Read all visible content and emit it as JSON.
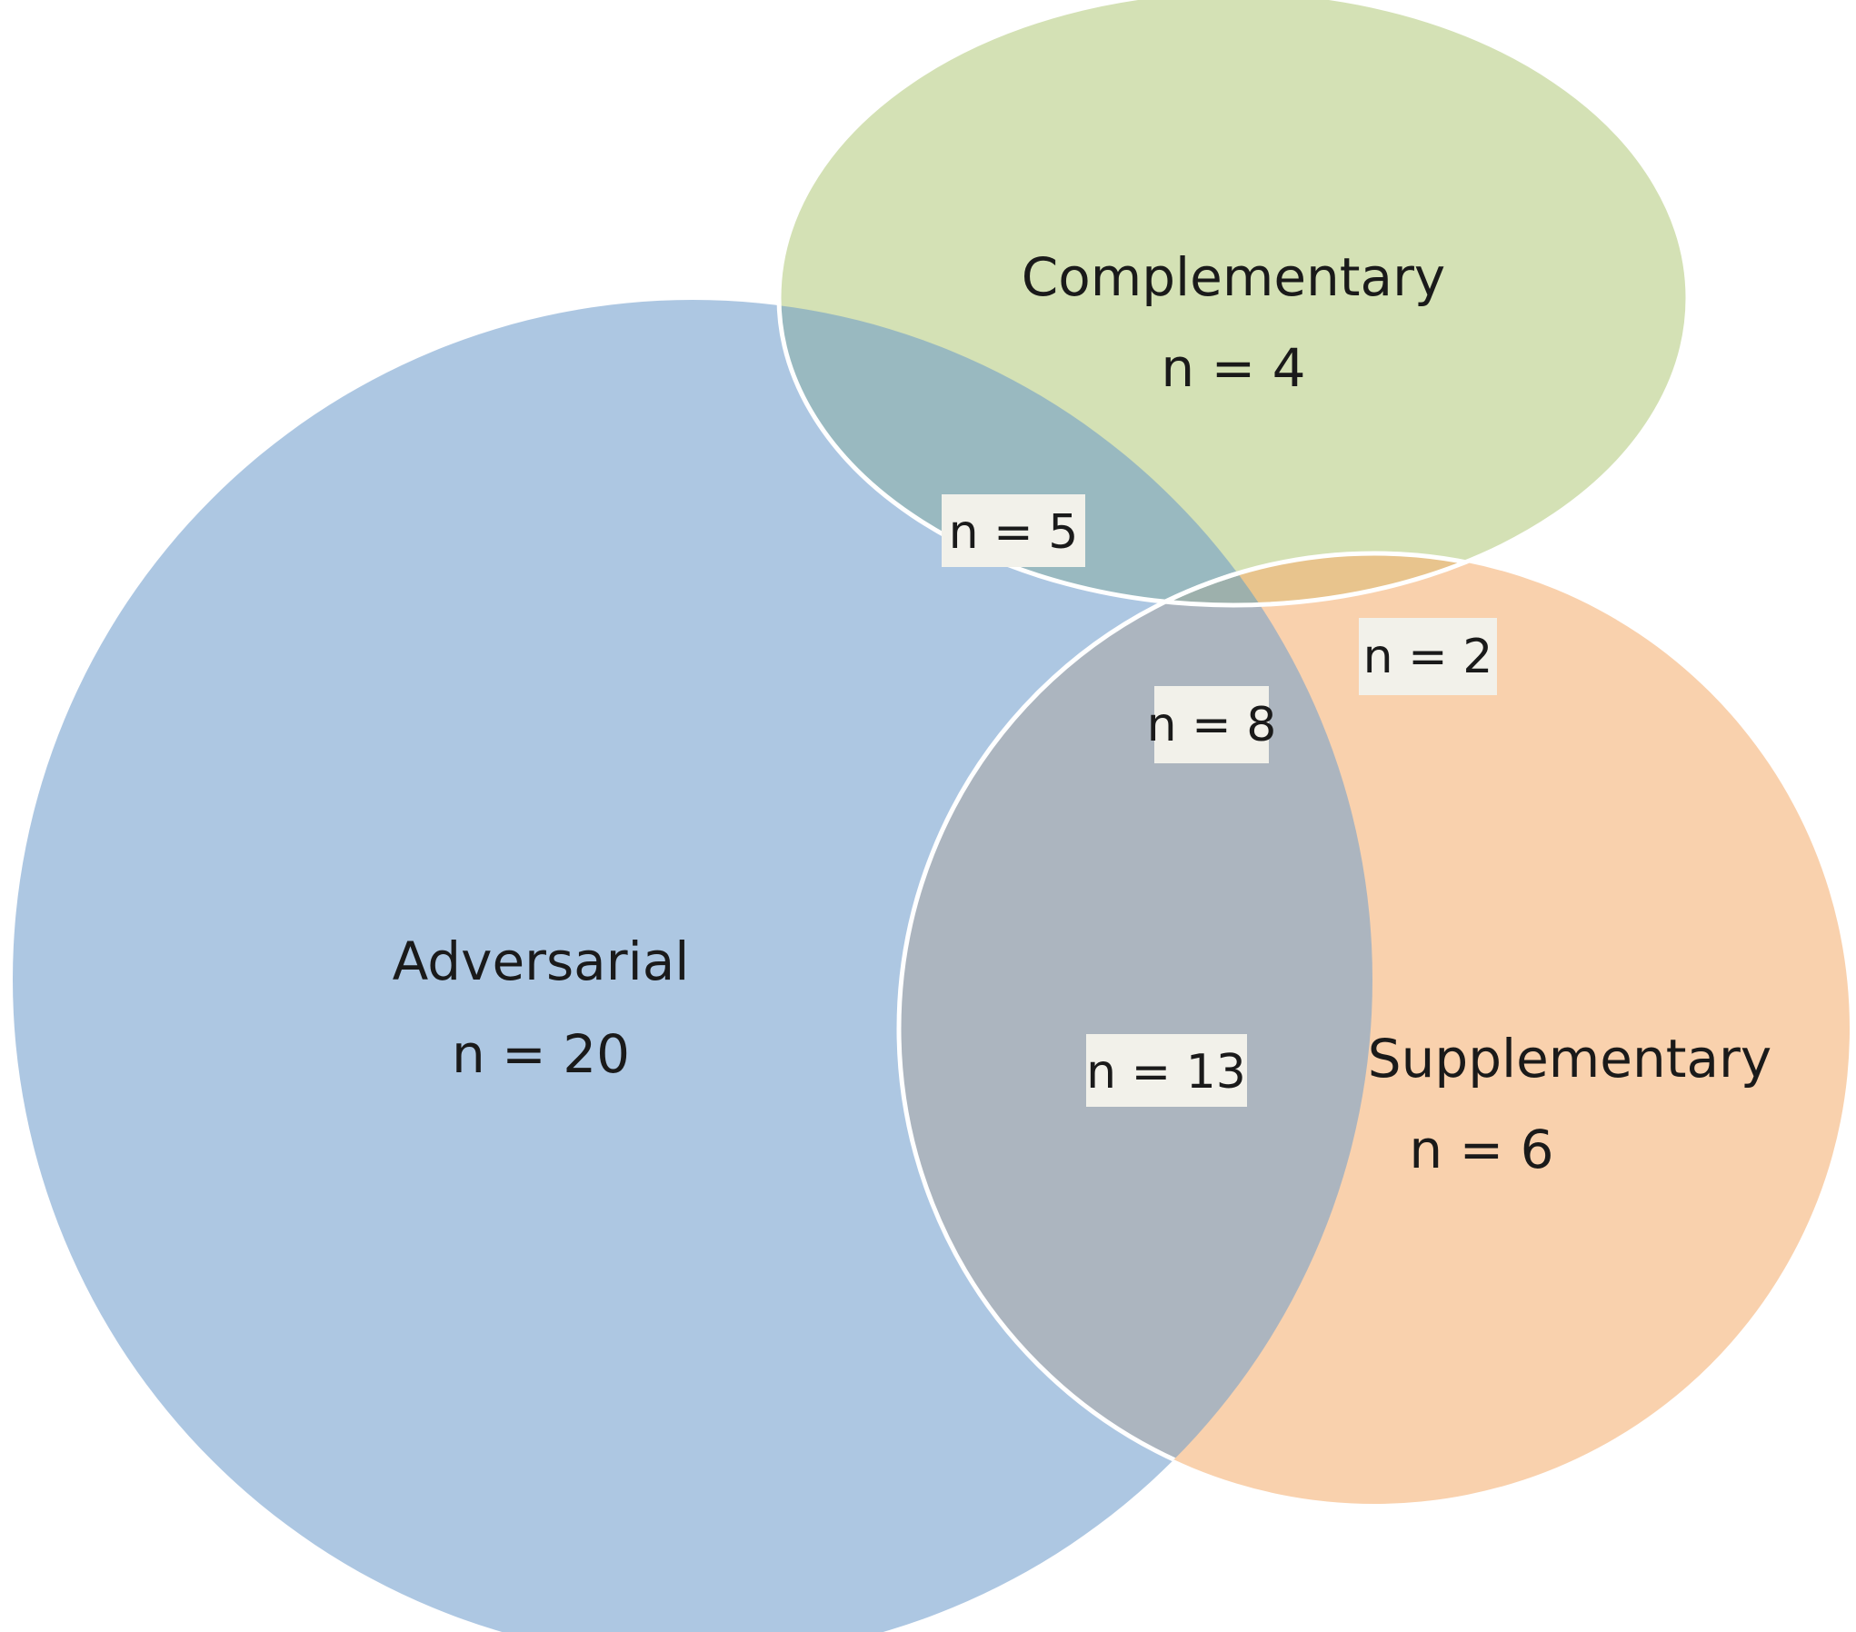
{
  "sets": {
    "adversarial": {
      "label": "Adversarial",
      "count": "n = 20",
      "color": "#adc7e2"
    },
    "complementary": {
      "label": "Complementary",
      "count": "n = 4",
      "color": "#d4e1b5"
    },
    "supplementary": {
      "label": "Supplementary",
      "count": "n = 6",
      "color": "#f9d1ad"
    }
  },
  "regions": {
    "adversarial_complementary": {
      "count": "n = 5",
      "color": "#99b9c0"
    },
    "complementary_supplementary": {
      "count": "n = 2",
      "color": "#e8c48d"
    },
    "all_three": {
      "count": "n = 8",
      "color": "#9db0ac"
    },
    "adversarial_supplementary": {
      "count": "n = 13",
      "color": "#acb5bf"
    }
  },
  "outline_color": "#ffffff"
}
